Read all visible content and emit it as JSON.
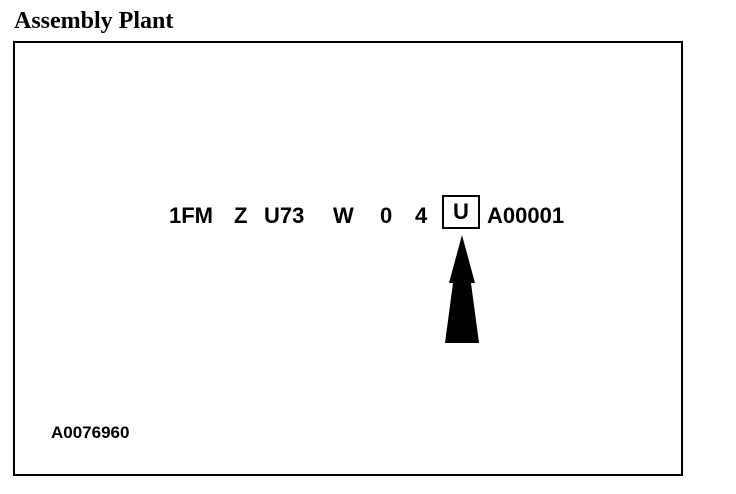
{
  "title": "Assembly Plant",
  "vin": {
    "seg1": "1FM",
    "seg2": "Z",
    "seg3": "U73",
    "seg4": "W",
    "seg5": "0",
    "seg6": "4",
    "highlighted": "U",
    "serial": "A00001"
  },
  "reference_code": "A0076960"
}
